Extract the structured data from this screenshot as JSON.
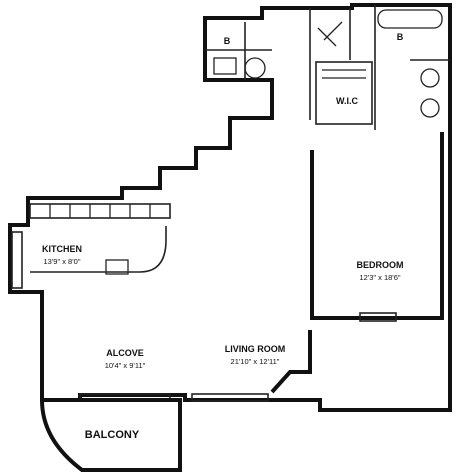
{
  "rooms": {
    "kitchen": {
      "name": "KITCHEN",
      "size": "13'9\" x 8'0\""
    },
    "bedroom": {
      "name": "BEDROOM",
      "size": "12'3\" x 18'6\""
    },
    "alcove": {
      "name": "ALCOVE",
      "size": "10'4\" x 9'11\""
    },
    "living_room": {
      "name": "LIVING ROOM",
      "size": "21'10\" x 12'11\""
    },
    "balcony": {
      "name": "BALCONY"
    },
    "wic": {
      "name": "W.I.C"
    },
    "bath": {
      "name": "B"
    },
    "bath2": {
      "name": "B"
    }
  }
}
